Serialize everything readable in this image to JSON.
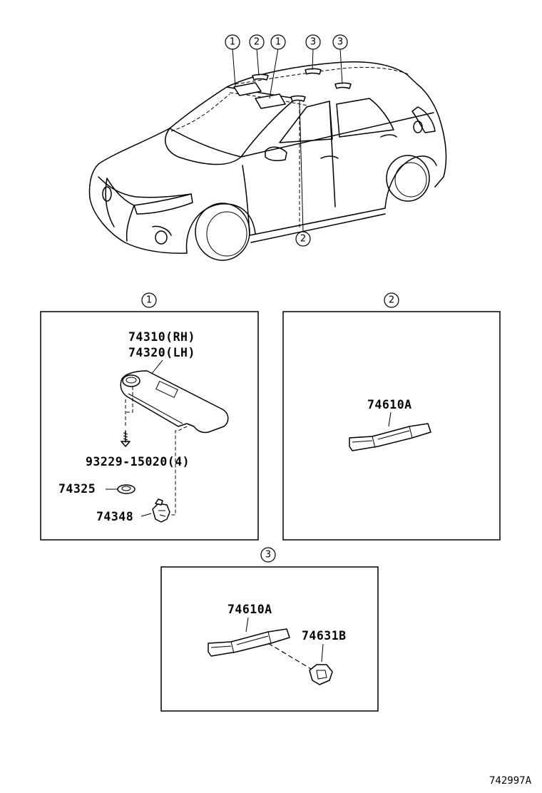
{
  "callouts": {
    "c1": "1",
    "c2": "2",
    "c3": "3"
  },
  "panels": {
    "panel1": {
      "label": "1",
      "part_rh": "74310(RH)",
      "part_lh": "74320(LH)",
      "screw": "93229-15020(4)",
      "part_74325": "74325",
      "part_74348": "74348"
    },
    "panel2": {
      "label": "2",
      "part": "74610A"
    },
    "panel3": {
      "label": "3",
      "part_grip": "74610A",
      "part_cover": "74631B"
    }
  },
  "diagram_code": "742997A"
}
